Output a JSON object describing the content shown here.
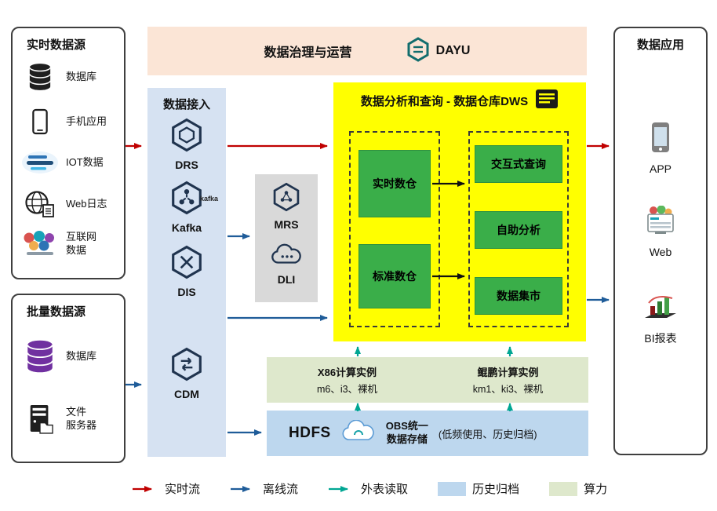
{
  "colors": {
    "realtime_flow": "#c00000",
    "offline_flow": "#1f5c99",
    "external_read": "#00a693",
    "archive_fill": "#bdd7ee",
    "compute_fill": "#dee8cc",
    "dws_fill": "#ffff00",
    "node_green": "#3aae49",
    "ingestion_fill": "#d6e2f2",
    "governance_fill": "#fbe5d6",
    "middleware_fill": "#d9d9d9"
  },
  "governance": {
    "title": "数据治理与运营",
    "product": "DAYU",
    "icon": "dayu-hexagon-icon"
  },
  "realtime_sources": {
    "title": "实时数据源",
    "items": [
      {
        "label": "数据库",
        "icon": "database-icon"
      },
      {
        "label": "手机应用",
        "icon": "mobile-phone-icon"
      },
      {
        "label": "IOT数据",
        "icon": "iot-wordcloud-icon"
      },
      {
        "label": "Web日志",
        "icon": "globe-document-icon"
      },
      {
        "label": "互联网\n数据",
        "icon": "internet-bubbles-icon"
      }
    ]
  },
  "batch_sources": {
    "title": "批量数据源",
    "items": [
      {
        "label": "数据库",
        "icon": "database-purple-icon"
      },
      {
        "label": "文件\n服务器",
        "icon": "file-server-icon"
      }
    ]
  },
  "ingestion": {
    "title": "数据接入",
    "items": [
      {
        "label": "DRS",
        "icon": "drs-hexagon-icon"
      },
      {
        "label": "Kafka",
        "icon": "kafka-hexagon-icon",
        "wordmark": "kafka"
      },
      {
        "label": "DIS",
        "icon": "dis-hexagon-icon"
      },
      {
        "label": "CDM",
        "icon": "cdm-hexagon-icon"
      }
    ]
  },
  "middleware": {
    "items": [
      {
        "label": "MRS",
        "icon": "mrs-hexagon-icon"
      },
      {
        "label": "DLI",
        "icon": "dli-cloud-icon"
      }
    ]
  },
  "dws": {
    "title": "数据分析和查询 - 数据仓库DWS",
    "icon": "report-icon",
    "left_items": [
      {
        "label": "实时数仓"
      },
      {
        "label": "标准数仓"
      }
    ],
    "right_items": [
      {
        "label": "交互式查询"
      },
      {
        "label": "自助分析"
      },
      {
        "label": "数据集市"
      }
    ]
  },
  "compute": {
    "clusters": [
      {
        "title": "X86计算实例",
        "subtitle": "m6、i3、裸机"
      },
      {
        "title": "鲲鹏计算实例",
        "subtitle": "km1、ki3、裸机"
      }
    ]
  },
  "storage": {
    "hdfs_label": "HDFS",
    "obs_label": "OBS统一\n数据存储",
    "note": "(低频使用、历史归档)",
    "icon": "obs-cloud-icon"
  },
  "applications": {
    "title": "数据应用",
    "items": [
      {
        "label": "APP",
        "icon": "app-phone-icon"
      },
      {
        "label": "Web",
        "icon": "web-browser-icon"
      },
      {
        "label": "BI报表",
        "icon": "bi-chart-icon"
      }
    ]
  },
  "legend": {
    "items": [
      {
        "label": "实时流",
        "type": "arrow",
        "color": "#c00000"
      },
      {
        "label": "离线流",
        "type": "arrow",
        "color": "#1f5c99"
      },
      {
        "label": "外表读取",
        "type": "arrow",
        "color": "#00a693"
      },
      {
        "label": "历史归档",
        "type": "swatch",
        "color": "#bdd7ee"
      },
      {
        "label": "算力",
        "type": "swatch",
        "color": "#dee8cc"
      }
    ]
  }
}
